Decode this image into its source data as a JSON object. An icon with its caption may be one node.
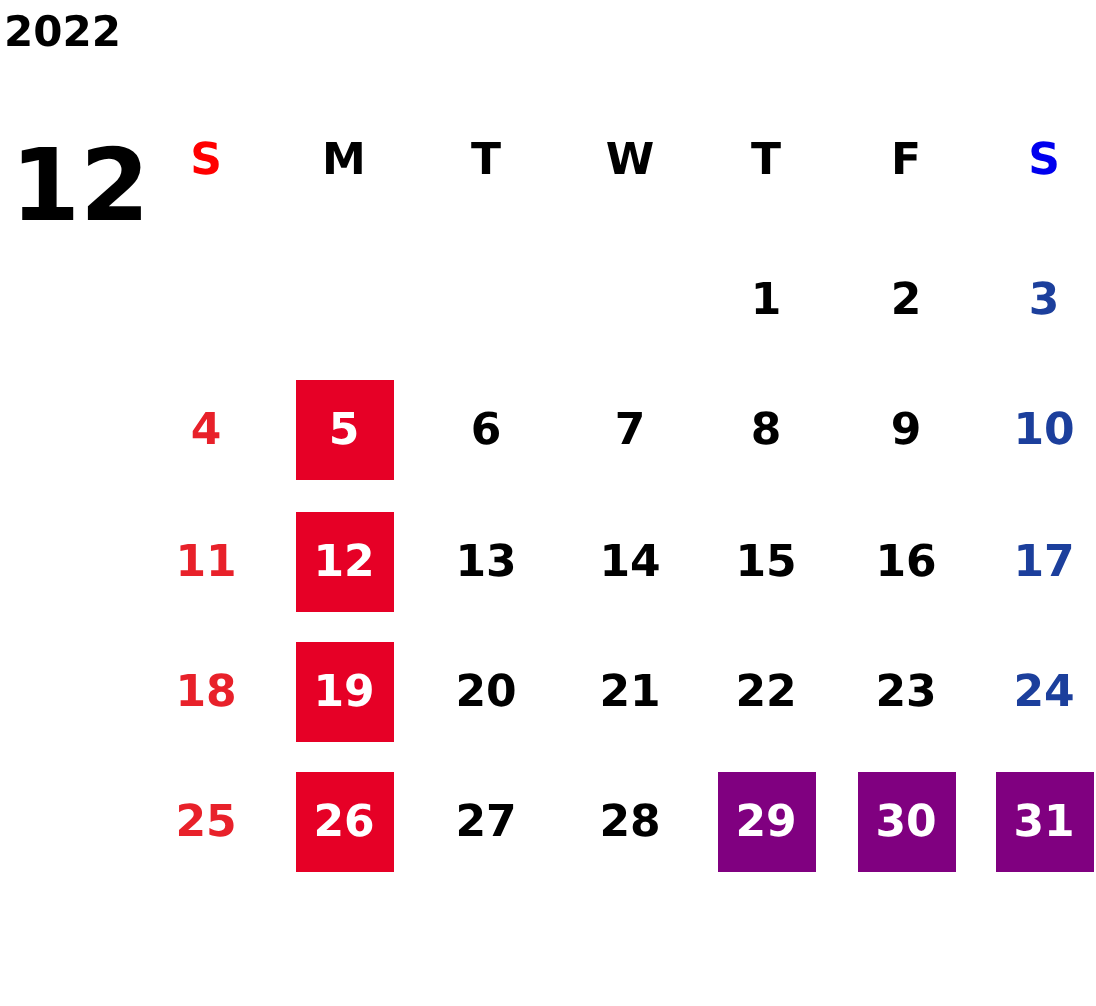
{
  "diagram": {
    "title": "2022",
    "nodes": [
      {
        "text": [
          "5"
        ]
      },
      {
        "text": [
          "12"
        ]
      },
      {
        "text": [
          "19"
        ]
      },
      {
        "text": [
          "26"
        ]
      },
      {
        "text": [
          "29"
        ]
      },
      {
        "text": [
          "30"
        ]
      },
      {
        "text": [
          "31"
        ]
      }
    ],
    "labels": [
      "12",
      "S",
      "M",
      "T",
      "W",
      "T",
      "F",
      "S",
      "1",
      "2",
      "3",
      "4",
      "6",
      "7",
      "8",
      "9",
      "10",
      "11",
      "13",
      "14",
      "15",
      "16",
      "17",
      "18",
      "20",
      "21",
      "22",
      "23",
      "24",
      "25",
      "27",
      "28"
    ]
  }
}
